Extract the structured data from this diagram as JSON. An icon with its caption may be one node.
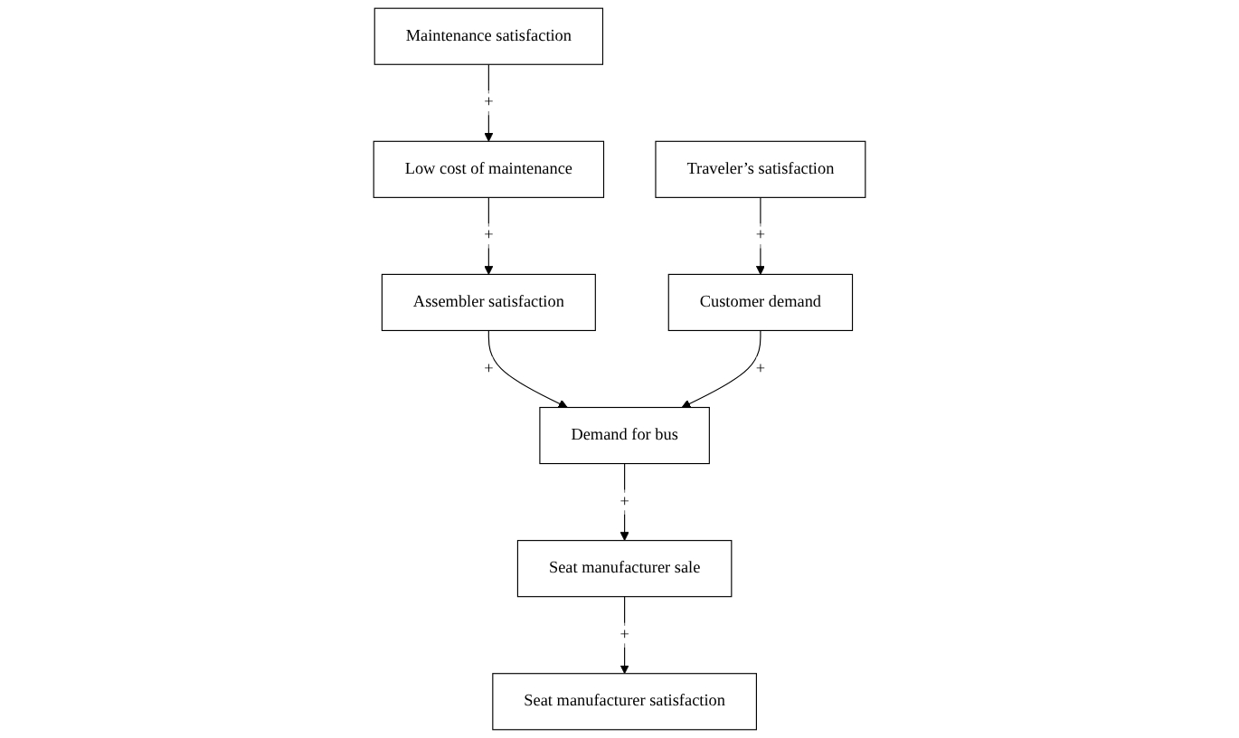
{
  "diagram": {
    "nodes": [
      {
        "text": [
          "Maintenance satisfaction"
        ]
      },
      {
        "text": [
          "Low cost of maintenance"
        ]
      },
      {
        "text": [
          "Assembler satisfaction"
        ]
      },
      {
        "text": [
          "Seat manufacturer sale"
        ]
      },
      {
        "text": [
          "Seat manufacturer satisfaction"
        ]
      },
      {
        "text": [
          "Demand for bus"
        ]
      },
      {
        "text": [
          "Customer demand"
        ]
      },
      {
        "text": [
          "Traveler’s satisfaction"
        ]
      }
    ],
    "edges": [
      {
        "from": 0,
        "to": 1,
        "arrow": "to",
        "label": "+"
      },
      {
        "from": 1,
        "to": 2,
        "arrow": "to",
        "label": "+"
      },
      {
        "from": 2,
        "to": 5,
        "arrow": "to",
        "label": "+"
      },
      {
        "from": 5,
        "to": 3,
        "arrow": "to",
        "label": "+"
      },
      {
        "from": 3,
        "to": 4,
        "arrow": "to",
        "label": "+"
      },
      {
        "from": 6,
        "to": 5,
        "arrow": "to",
        "label": "+"
      },
      {
        "from": 7,
        "to": 6,
        "arrow": "to",
        "label": "+"
      }
    ]
  }
}
